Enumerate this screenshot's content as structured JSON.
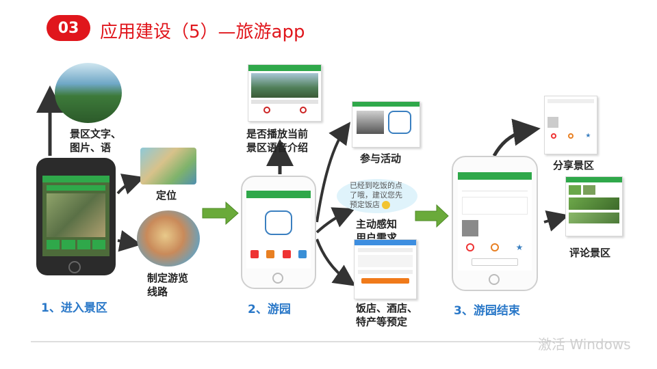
{
  "header": {
    "badge": "03",
    "title": "应用建设（5）—旅游app"
  },
  "labels": {
    "scenic_info_1": "景区文字、",
    "scenic_info_2": "图片、语",
    "locate": "定位",
    "route_1": "制定游览",
    "route_2": "线路",
    "audio_1": "是否播放当前",
    "audio_2": "景区语音介绍",
    "activity": "参与活动",
    "perceive_1": "主动感知",
    "perceive_2": "用户需求",
    "booking_1": "饭店、酒店、",
    "booking_2": "特产等预定",
    "share": "分享景区",
    "comment": "评论景区"
  },
  "bubble": {
    "line1": "已经到吃饭的点",
    "line2": "了哦，建议您先",
    "line3": "预定饭店"
  },
  "steps": {
    "s1": "1、进入景区",
    "s2": "2、游园",
    "s3": "3、游园结束"
  },
  "watermark": "激活 Windows",
  "colors": {
    "accent": "#e0161c",
    "step_blue": "#2a78c8",
    "app_green": "#2fa84a",
    "arrow_green": "#6aaa3a",
    "arrow_dark": "#333333"
  }
}
